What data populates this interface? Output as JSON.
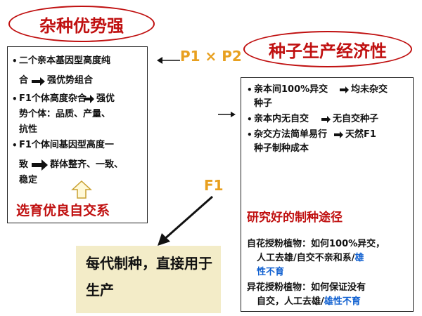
{
  "title_left": "杂种优势强",
  "title_right": "种子生产经济性",
  "cross_label": "P1 × P2",
  "f1_label": "F1",
  "left_box": {
    "items": [
      {
        "lines": [
          "二个亲本基因型高度纯",
          "合",
          "强优势组合"
        ]
      },
      {
        "lines": [
          "F1个体高度杂合",
          "强优",
          "势个体：品质、产量、",
          "抗性"
        ]
      },
      {
        "lines": [
          "F1个体间基因型高度一",
          "致",
          "群体整齐、一致、",
          "稳定"
        ]
      }
    ],
    "footer": "选育优良自交系"
  },
  "right_box": {
    "items": [
      {
        "lines": [
          "亲本间100%异交",
          "均未杂交",
          "种子"
        ]
      },
      {
        "lines": [
          "亲本内无自交",
          "无自交种子"
        ]
      },
      {
        "lines": [
          "杂交方法简单易行",
          "天然F1",
          "种子制种成本"
        ]
      }
    ],
    "heading": "研究好的制种途径",
    "self_pollinated": {
      "label": "自花授粉植物：如何100%异交，",
      "line2": "人工去雄/自交不亲和系/",
      "line2_blue": "雄",
      "line3_blue": "性不育"
    },
    "cross_pollinated": {
      "label": "异花授粉植物：如何保证没有",
      "line2": "自交，人工去雄/",
      "line2_blue": "雄性不育"
    }
  },
  "bottom_box": {
    "text": "每代制种，直接用于生产"
  },
  "colors": {
    "red": "#c01010",
    "orange": "#e8a020",
    "blue": "#1060d0",
    "beige": "#f3ecc8"
  }
}
